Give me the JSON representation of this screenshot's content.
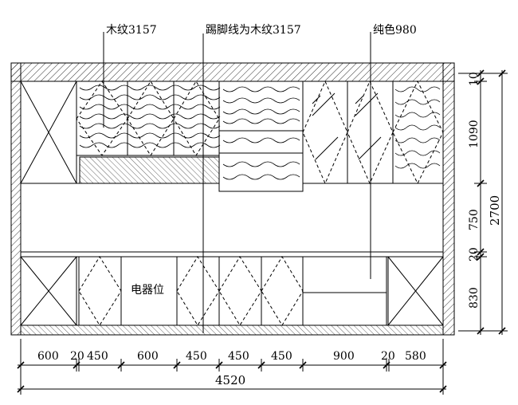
{
  "callouts": {
    "wood_grain": "木纹3157",
    "kick_line": "踢脚线为木纹3157",
    "solid_color": "纯色980"
  },
  "appliance_label": "电器位",
  "bottom_dims": [
    "600",
    "20",
    "450",
    "600",
    "450",
    "450",
    "450",
    "900",
    "20",
    "580"
  ],
  "total_width": "4520",
  "right_dims": [
    "10",
    "1090",
    "750",
    "20",
    "830"
  ],
  "total_height": "2700"
}
